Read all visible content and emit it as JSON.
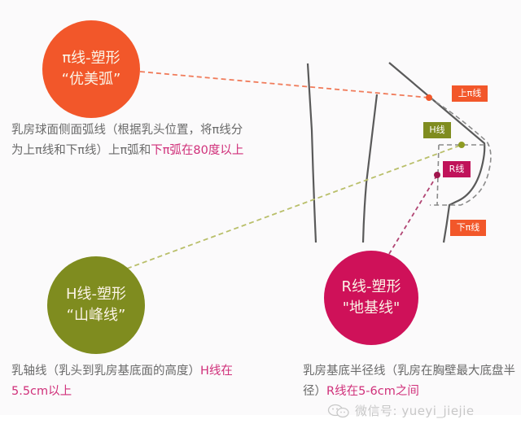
{
  "colors": {
    "pi": "#f2572a",
    "h": "#7f8c1f",
    "r": "#cf1159",
    "highlight": "#d0307a",
    "body_text": "#6a6a6a",
    "outline": "#5a5a5a"
  },
  "circles": {
    "pi": {
      "line1": "π线-塑形",
      "line2": "“优美弧”"
    },
    "h": {
      "line1": "H线-塑形",
      "line2": "“山峰线”"
    },
    "r": {
      "line1": "R线-塑形",
      "line2": "\"地基线\""
    }
  },
  "tags": {
    "upper_pi": "上π线",
    "h_line": "H线",
    "r_line": "R线",
    "lower_pi": "下π线"
  },
  "descriptions": {
    "pi": {
      "text": "乳房球面侧面弧线（根据乳头位置，将π线分为上π线和下π线）上π弧和",
      "highlight": "下π弧在80度以上"
    },
    "h": {
      "text": "乳轴线（乳头到乳房基底面的高度）",
      "highlight": "H线在5.5cm以上"
    },
    "r": {
      "text": "乳房基底半径线（乳房在胸壁最大底盘半径）",
      "highlight": "R线在5-6cm之间"
    }
  },
  "watermark": {
    "icon": "wechat-icon",
    "text": "微信号: yueyi_jiejie"
  }
}
